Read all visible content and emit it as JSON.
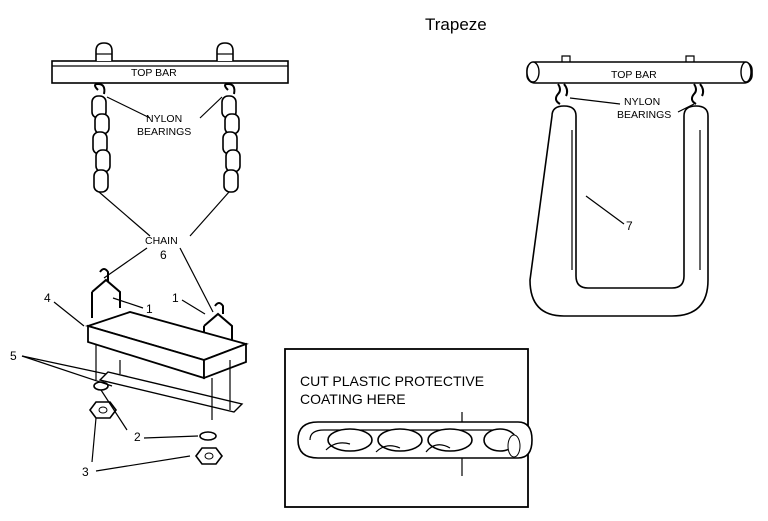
{
  "title": "Trapeze",
  "labels": {
    "top_bar_left": "TOP BAR",
    "top_bar_right": "TOP BAR",
    "nylon_left": "NYLON",
    "bearings_left": "BEARINGS",
    "nylon_right": "NYLON",
    "bearings_right": "BEARINGS",
    "chain": "CHAIN",
    "chain_number": "6"
  },
  "callouts": {
    "part1_left": "1",
    "part1_right": "1",
    "part2": "2",
    "part3": "3",
    "part4": "4",
    "part5": "5",
    "part7": "7"
  },
  "detail_box": {
    "line1": "CUT PLASTIC PROTECTIVE",
    "line2": "COATING HERE"
  }
}
